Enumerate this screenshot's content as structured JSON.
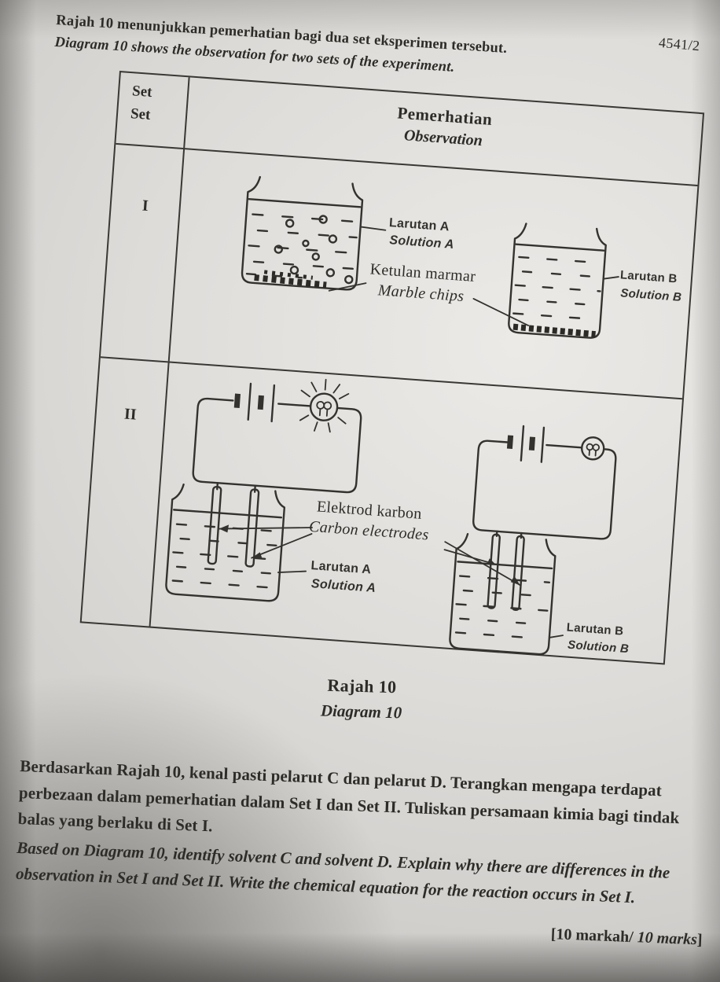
{
  "colors": {
    "ink": "#2e2c29",
    "paper": "#d8d6d3"
  },
  "header": {
    "code": "4541/2",
    "intro_ms": "Rajah 10 menunjukkan pemerhatian bagi dua set eksperimen tersebut.",
    "intro_en": "Diagram 10 shows the observation for two sets of the experiment."
  },
  "table": {
    "set_col_ms": "Set",
    "set_col_en": "Set",
    "obs_ms": "Pemerhatian",
    "obs_en": "Observation",
    "rows": [
      {
        "label": "I"
      },
      {
        "label": "II"
      }
    ]
  },
  "set1": {
    "solution_a_ms": "Larutan A",
    "solution_a_en": "Solution A",
    "marble_ms": "Ketulan marmar",
    "marble_en": "Marble chips",
    "solution_b_ms": "Larutan B",
    "solution_b_en": "Solution B"
  },
  "set2": {
    "electrodes_ms": "Elektrod karbon",
    "electrodes_en": "Carbon electrodes",
    "solution_a_ms": "Larutan A",
    "solution_a_en": "Solution A",
    "solution_b_ms": "Larutan B",
    "solution_b_en": "Solution B"
  },
  "caption": {
    "ms": "Rajah 10",
    "en": "Diagram 10"
  },
  "question": {
    "ms": "Berdasarkan Rajah 10, kenal pasti pelarut C dan pelarut D. Terangkan mengapa terdapat perbezaan dalam pemerhatian dalam Set I dan Set II. Tuliskan persamaan kimia bagi tindak balas yang berlaku di Set I.",
    "en": "Based on Diagram 10, identify solvent C and solvent D. Explain why there are differences in the observation in Set I and Set II. Write the chemical equation for the reaction occurs in Set I.",
    "marks_prefix": "[10 markah/ ",
    "marks_italic": "10 marks",
    "marks_suffix": "]"
  }
}
